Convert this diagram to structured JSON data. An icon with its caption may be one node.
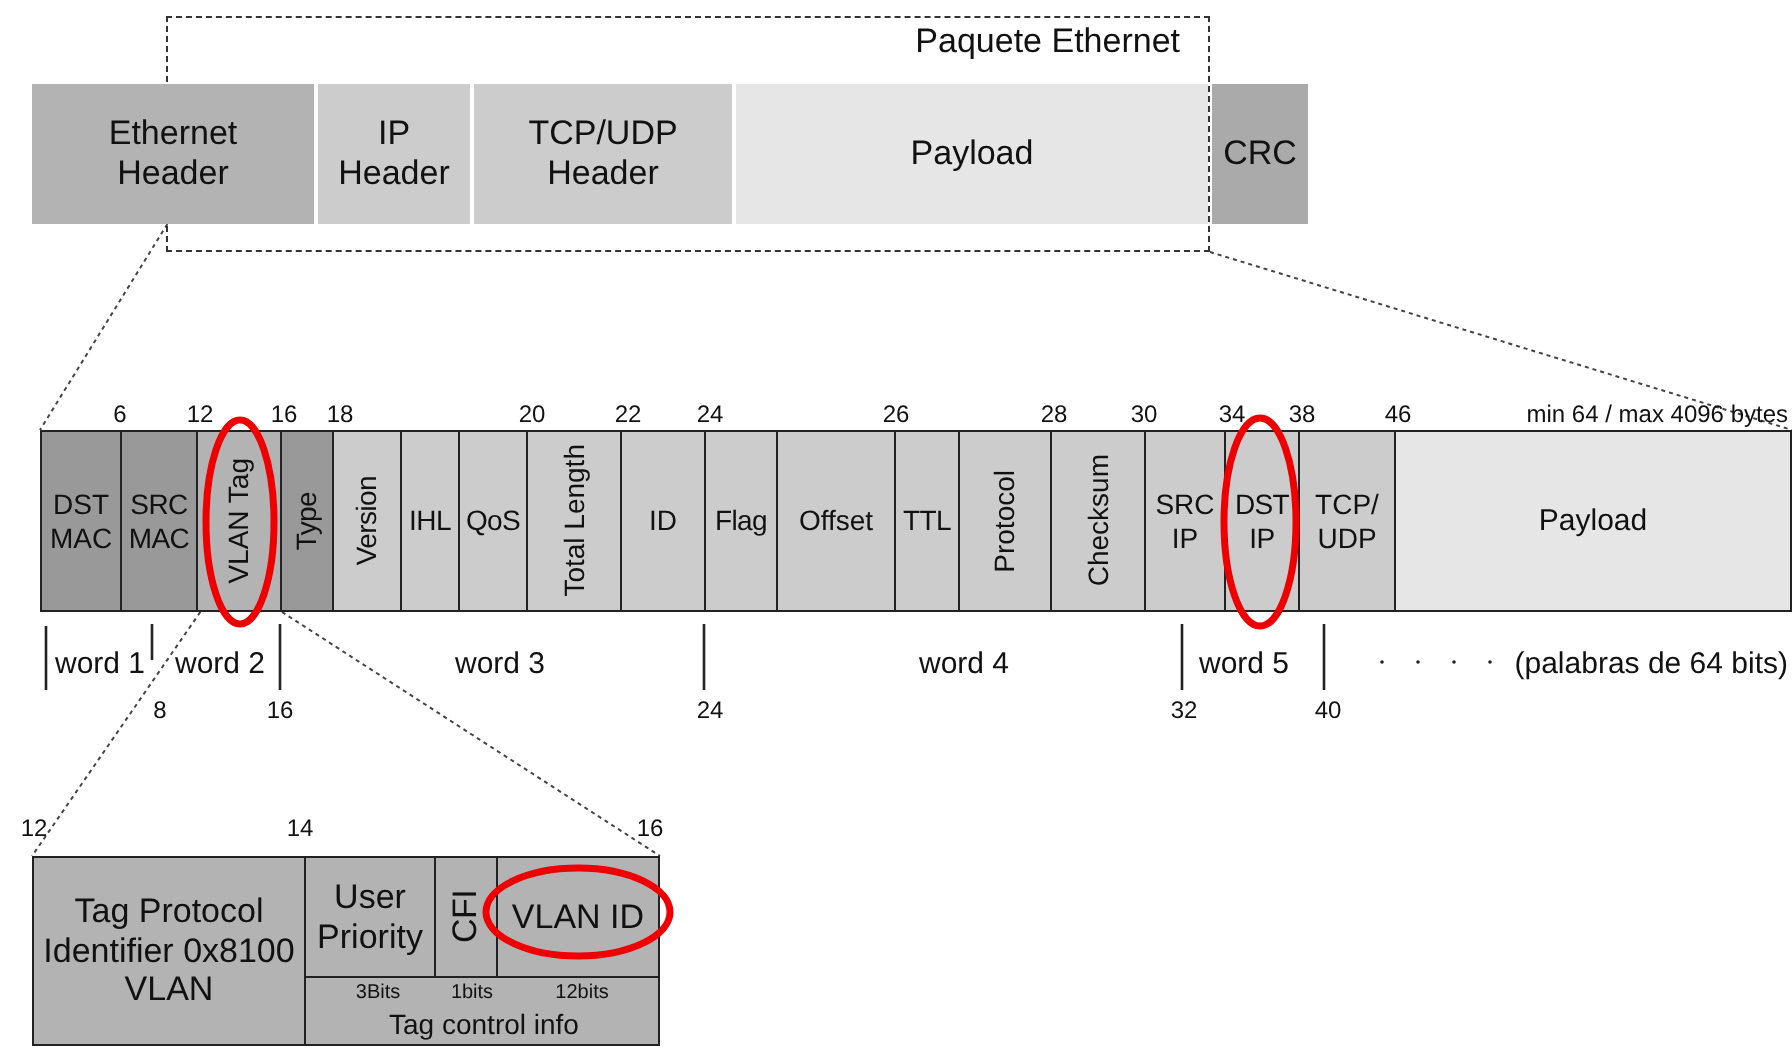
{
  "diagram": {
    "nodes": [
      {
        "text": [
          "Paquete Ethernet"
        ]
      },
      {
        "text": [
          "Ethernet Header"
        ]
      },
      {
        "text": [
          "IP Header"
        ],
        "in": 0
      },
      {
        "text": [
          "TCP/UDP Header"
        ],
        "in": 0
      },
      {
        "text": [
          "Payload"
        ],
        "in": 0
      },
      {
        "text": [
          "CRC"
        ]
      },
      {
        "text": [
          "DST MAC"
        ]
      },
      {
        "text": [
          "SRC MAC"
        ]
      },
      {
        "text": [
          "VLAN Tag"
        ]
      },
      {
        "text": [
          "Type"
        ]
      },
      {
        "text": [
          "Version"
        ]
      },
      {
        "text": [
          "IHL"
        ]
      },
      {
        "text": [
          "QoS"
        ]
      },
      {
        "text": [
          "Total Length"
        ]
      },
      {
        "text": [
          "ID"
        ]
      },
      {
        "text": [
          "Flag"
        ]
      },
      {
        "text": [
          "Offset"
        ]
      },
      {
        "text": [
          "TTL"
        ]
      },
      {
        "text": [
          "Protocol"
        ]
      },
      {
        "text": [
          "Checksum"
        ]
      },
      {
        "text": [
          "SRC IP"
        ]
      },
      {
        "text": [
          "DST IP"
        ]
      },
      {
        "text": [
          "TCP/ UDP"
        ]
      },
      {
        "text": [
          "Payload"
        ]
      },
      {
        "text": [
          "Tag Protocol Identifier 0x8100 VLAN"
        ]
      },
      {
        "text": [
          "User Priority"
        ]
      },
      {
        "text": [
          "CFI"
        ]
      },
      {
        "text": [
          "VLAN ID"
        ]
      },
      {
        "text": [
          "3Bits",
          "1bits",
          "12bits",
          "Tag control info"
        ]
      }
    ],
    "edges": [
      {
        "from": 1,
        "to": 6,
        "arrow": "none",
        "style": "dashed"
      },
      {
        "from": 0,
        "to": 23,
        "arrow": "none",
        "style": "dashed"
      },
      {
        "from": 8,
        "to": 24,
        "arrow": "none",
        "style": "dashed"
      },
      {
        "from": 8,
        "to": 27,
        "arrow": "none",
        "style": "dashed"
      }
    ],
    "labels": [
      "6",
      "12",
      "16",
      "18",
      "20",
      "22",
      "24",
      "26",
      "28",
      "30",
      "34",
      "38",
      "46",
      "min 64 / max 4096 bytes",
      "word 1",
      "word 2",
      "word 3",
      "word 4",
      "word 5",
      "(palabras de 64 bits)",
      "8",
      "16",
      "24",
      "32",
      "40",
      "12",
      "14",
      "16"
    ]
  }
}
